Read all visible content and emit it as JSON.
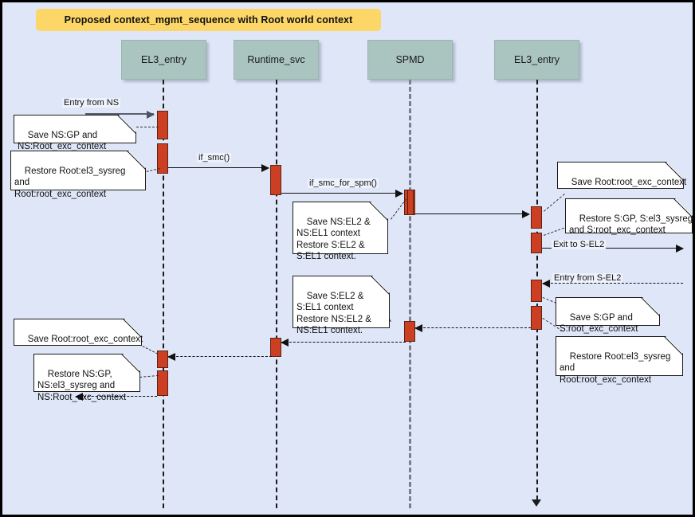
{
  "diagram": {
    "title": "Proposed context_mgmt_sequence with Root world context",
    "background_color": "#dee2f5",
    "title_color": "#fcd667",
    "lifeline_box_color": "#aac4c0",
    "activation_color": "#cc3f22"
  },
  "lifelines": [
    {
      "id": "ll1",
      "label": "EL3_entry"
    },
    {
      "id": "ll2",
      "label": "Runtime_svc"
    },
    {
      "id": "ll3",
      "label": "SPMD"
    },
    {
      "id": "ll4",
      "label": "EL3_entry"
    }
  ],
  "messages": [
    {
      "id": "m1",
      "label": "Entry from NS"
    },
    {
      "id": "m2",
      "label": "if_smc()"
    },
    {
      "id": "m3",
      "label": "if_smc_for_spm()"
    },
    {
      "id": "m4",
      "label": ""
    },
    {
      "id": "m5",
      "label": "Exit to S-EL2"
    },
    {
      "id": "m6",
      "label": "Entry from S-EL2"
    },
    {
      "id": "m7",
      "label": ""
    },
    {
      "id": "m8",
      "label": ""
    },
    {
      "id": "m9",
      "label": ""
    },
    {
      "id": "m10",
      "label": ""
    }
  ],
  "notes": [
    {
      "id": "n1",
      "text": "Save NS:GP and\nNS:Root_exc_context"
    },
    {
      "id": "n2",
      "text": "Restore Root:el3_sysreg\nand\nRoot:root_exc_context"
    },
    {
      "id": "n3",
      "text": "Save NS:EL2 &\nNS:EL1 context\nRestore S:EL2 &\nS:EL1 context."
    },
    {
      "id": "n4",
      "text": "Save Root:root_exc_context"
    },
    {
      "id": "n5",
      "text": "Restore S:GP, S:el3_sysreg\nand S:root_exc_context"
    },
    {
      "id": "n6",
      "text": "Save S:EL2 &\nS:EL1 context\nRestore NS:EL2 &\nNS:EL1 context."
    },
    {
      "id": "n7",
      "text": "Save S:GP and\nS:root_exc_context"
    },
    {
      "id": "n8",
      "text": "Restore Root:el3_sysreg\nand\nRoot:root_exc_context"
    },
    {
      "id": "n9",
      "text": "Save Root:root_exc_context"
    },
    {
      "id": "n10",
      "text": "Restore NS:GP,\nNS:el3_sysreg and\nNS:Root_exc_context"
    }
  ]
}
